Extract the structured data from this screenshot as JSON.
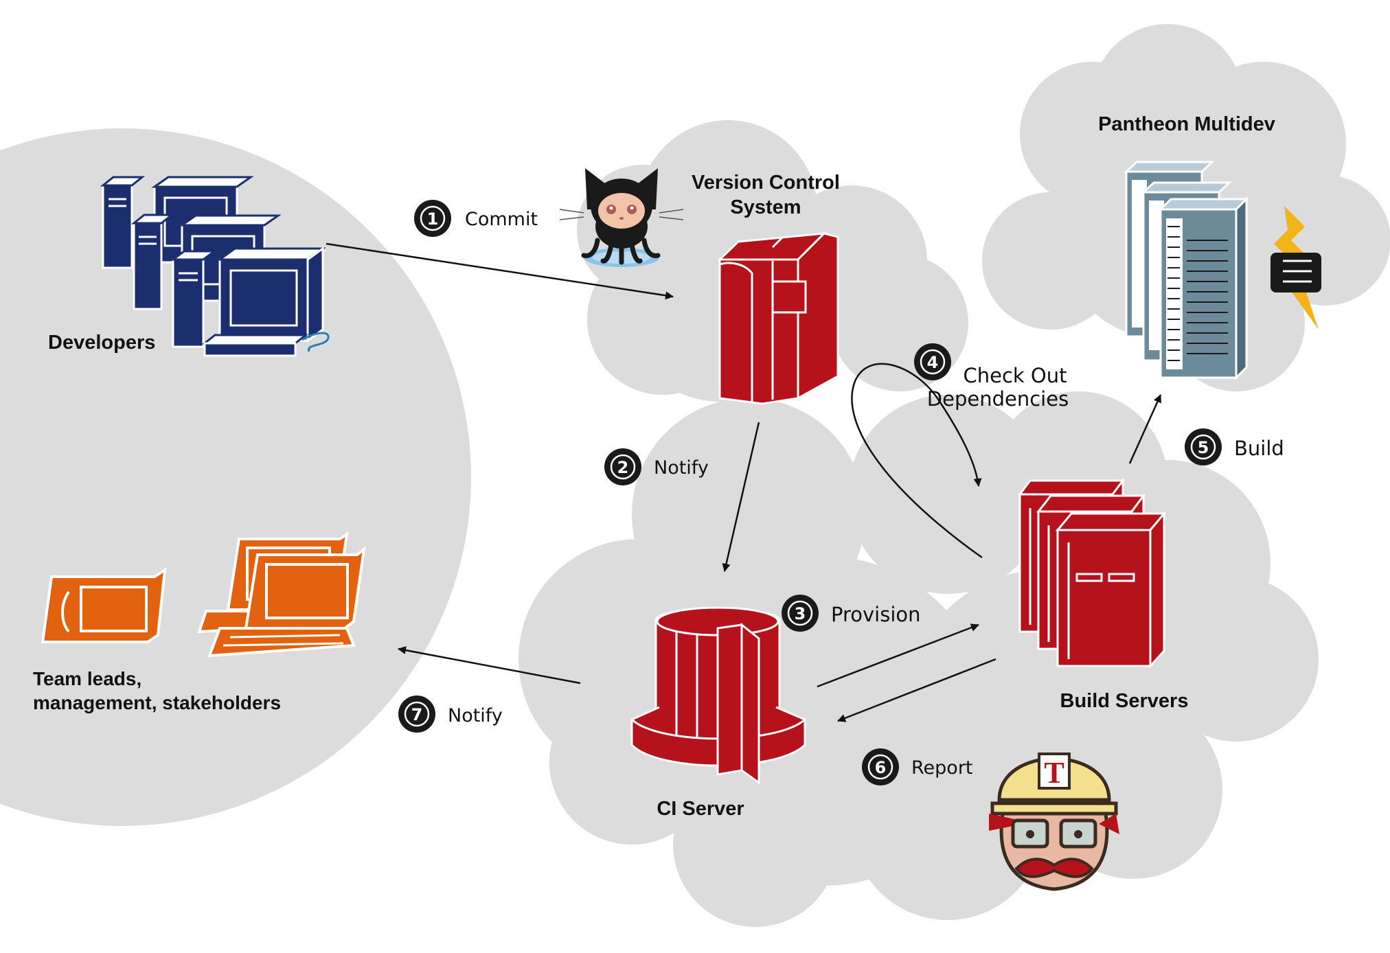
{
  "nodes": {
    "developers": {
      "label": "Developers"
    },
    "vcs": {
      "label_line1": "Version Control",
      "label_line2": "System"
    },
    "pantheon": {
      "label": "Pantheon Multidev"
    },
    "build_servers": {
      "label": "Build Servers"
    },
    "ci_server": {
      "label": "CI Server"
    },
    "stakeholders": {
      "label_line1": "Team leads,",
      "label_line2": "management, stakeholders"
    }
  },
  "steps": [
    {
      "number": "1",
      "label": "Commit"
    },
    {
      "number": "2",
      "label": "Notify"
    },
    {
      "number": "3",
      "label": "Provision"
    },
    {
      "number": "4",
      "label_line1": "Check Out",
      "label_line2": "Dependencies"
    },
    {
      "number": "5",
      "label": "Build"
    },
    {
      "number": "6",
      "label": "Report"
    },
    {
      "number": "7",
      "label": "Notify"
    }
  ],
  "logos": {
    "travis_letter": "T"
  },
  "colors": {
    "cloud": "#dcdcdc",
    "server_red": "#b5121b",
    "dev_blue": "#1b2e6e",
    "laptop_orange": "#e2620f",
    "pantheon_slate": "#6d8a9a",
    "step_badge": "#1a1a1a",
    "pantheon_bolt": "#f2b418"
  }
}
